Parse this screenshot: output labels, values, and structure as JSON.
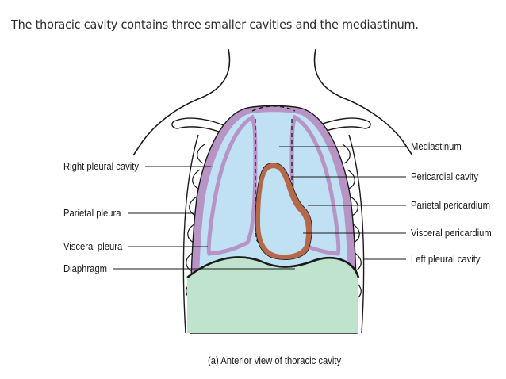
{
  "heading": "The thoracic cavity contains three smaller cavities and the mediastinum.",
  "labels": {
    "right_pleural_cavity": "Right pleural cavity",
    "parietal_pleura": "Parietal pleura",
    "visceral_pleura": "Visceral pleura",
    "diaphragm": "Diaphragm",
    "mediastinum": "Mediastinum",
    "pericardial_cavity": "Pericardial cavity",
    "parietal_pericardium": "Parietal pericardium",
    "visceral_pericardium": "Visceral pericardium",
    "left_pleural_cavity": "Left pleural cavity"
  },
  "caption": "(a) Anterior view of thoracic cavity",
  "colors": {
    "cavity_fill": "#bfe1f3",
    "pleura": "#b894c6",
    "pericardium": "#b5694a",
    "diaphragm_fill": "#bfe3cc",
    "outline": "#1a1a1a"
  }
}
